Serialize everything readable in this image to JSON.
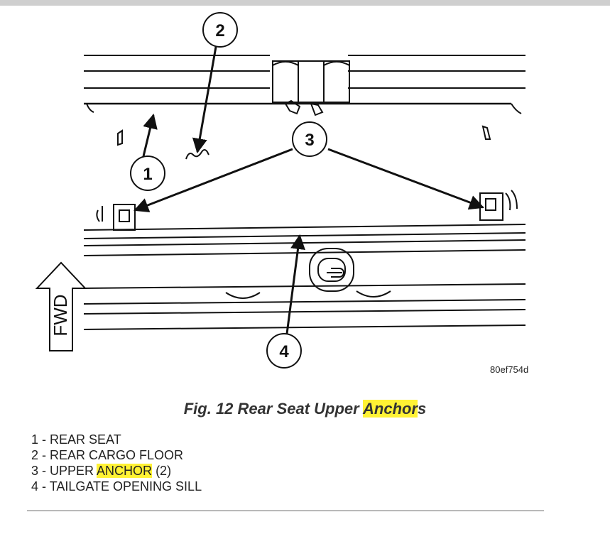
{
  "figure": {
    "code": "80ef754d",
    "fwd_label": "FWD",
    "callouts": [
      "1",
      "2",
      "3",
      "4"
    ]
  },
  "caption": {
    "prefix": "Fig. 12 Rear Seat Upper ",
    "highlight": "Anchor",
    "suffix": "s"
  },
  "legend": [
    {
      "num": "1",
      "sep": " - ",
      "text": "REAR SEAT",
      "highlight": "",
      "tail": ""
    },
    {
      "num": "2",
      "sep": " - ",
      "text": "REAR CARGO FLOOR",
      "highlight": "",
      "tail": ""
    },
    {
      "num": "3",
      "sep": " - ",
      "text": "UPPER ",
      "highlight": "ANCHOR",
      "tail": " (2)"
    },
    {
      "num": "4",
      "sep": " - ",
      "text": "TAILGATE OPENING SILL",
      "highlight": "",
      "tail": ""
    }
  ],
  "colors": {
    "highlight": "#fff234",
    "line": "#111111"
  }
}
